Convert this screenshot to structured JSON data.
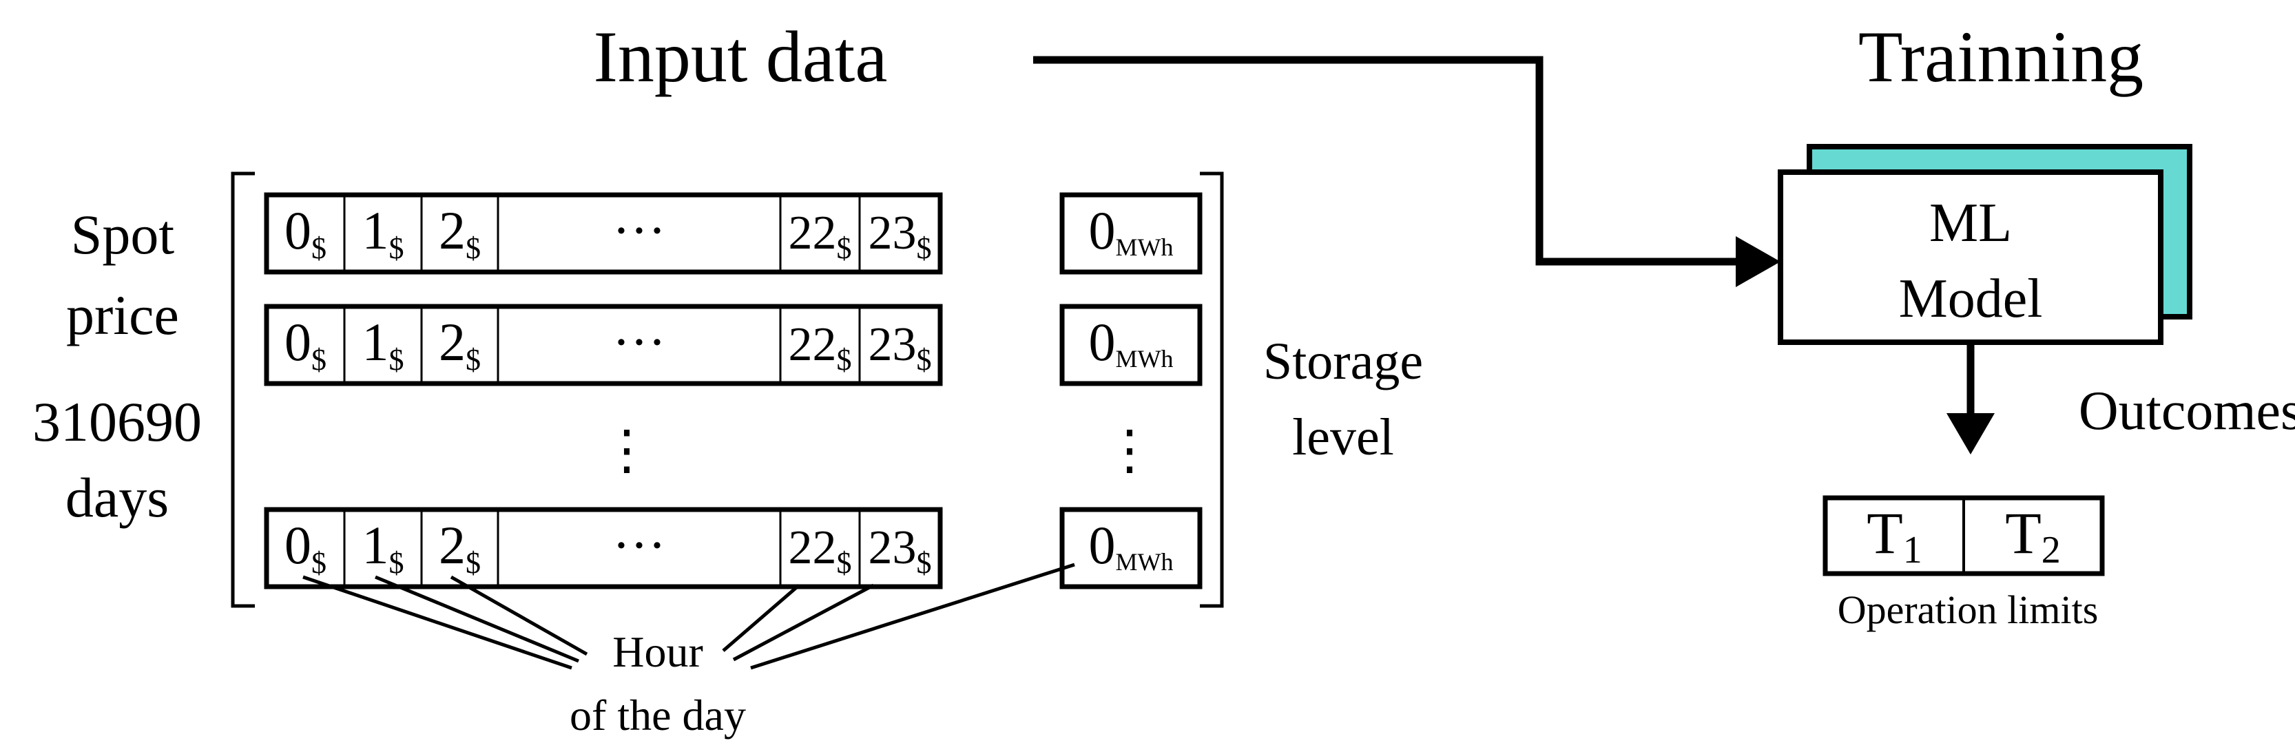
{
  "header": {
    "input_title": "Input data",
    "training_title": "Trainning"
  },
  "left_label": {
    "line1": "Spot",
    "line2": "price",
    "line3": "310690",
    "line4": "days"
  },
  "matrix": {
    "rows": [
      {
        "cells": [
          {
            "main": "0",
            "sub": "$"
          },
          {
            "main": "1",
            "sub": "$"
          },
          {
            "main": "2",
            "sub": "$"
          },
          {
            "main": "···",
            "sub": ""
          },
          {
            "main": "22",
            "sub": "$"
          },
          {
            "main": "23",
            "sub": "$"
          }
        ],
        "storage": {
          "main": "0",
          "sub": "MWh"
        }
      },
      {
        "cells": [
          {
            "main": "0",
            "sub": "$"
          },
          {
            "main": "1",
            "sub": "$"
          },
          {
            "main": "2",
            "sub": "$"
          },
          {
            "main": "···",
            "sub": ""
          },
          {
            "main": "22",
            "sub": "$"
          },
          {
            "main": "23",
            "sub": "$"
          }
        ],
        "storage": {
          "main": "0",
          "sub": "MWh"
        }
      },
      {
        "cells": [
          {
            "main": "0",
            "sub": "$"
          },
          {
            "main": "1",
            "sub": "$"
          },
          {
            "main": "2",
            "sub": "$"
          },
          {
            "main": "···",
            "sub": ""
          },
          {
            "main": "22",
            "sub": "$"
          },
          {
            "main": "23",
            "sub": "$"
          }
        ],
        "storage": {
          "main": "0",
          "sub": "MWh"
        }
      }
    ],
    "vertical_ellipsis": "⋮"
  },
  "storage_label": {
    "line1": "Storage",
    "line2": "level"
  },
  "hour_label": {
    "line1": "Hour",
    "line2": "of the day"
  },
  "model": {
    "line1": "ML",
    "line2": "Model",
    "shadow_color": "#66d9d3"
  },
  "outcomes_label": "Outcomes",
  "limits": {
    "cells": [
      {
        "main": "T",
        "sub": "1"
      },
      {
        "main": "T",
        "sub": "2"
      }
    ],
    "caption": "Operation limits"
  }
}
